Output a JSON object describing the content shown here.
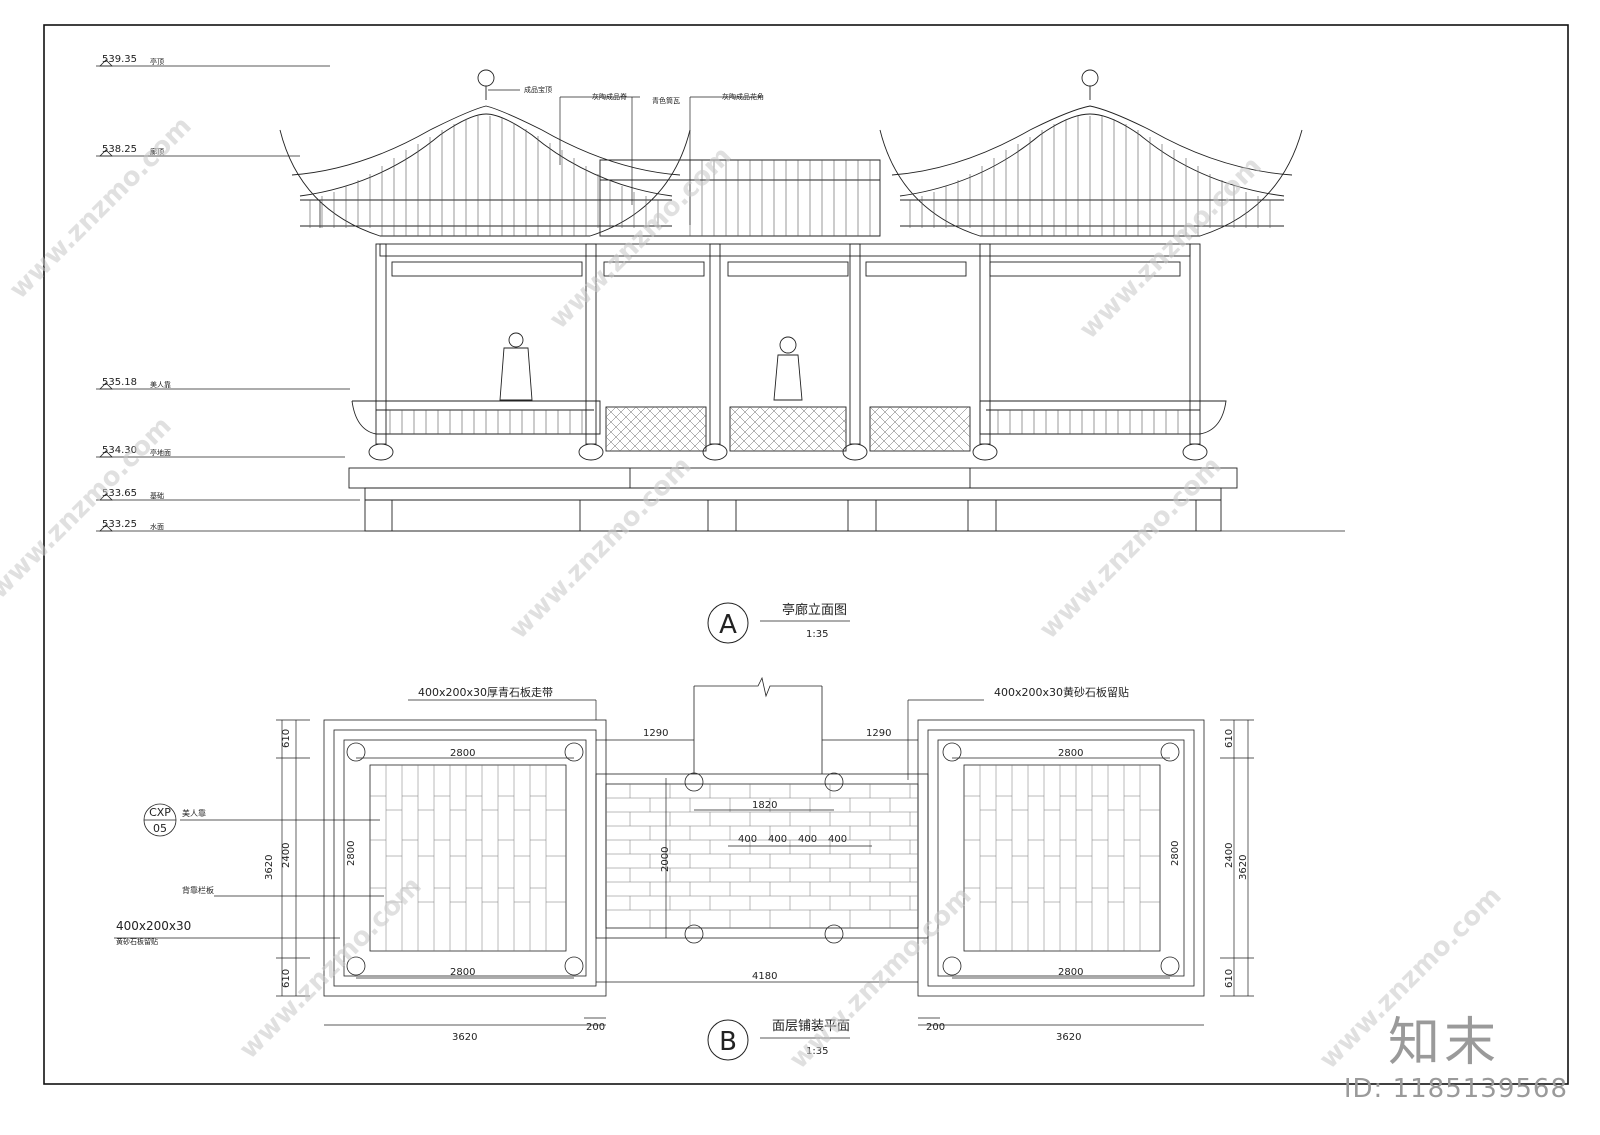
{
  "elevation": {
    "levels": [
      {
        "value": "539.35",
        "label": "亭顶"
      },
      {
        "value": "538.25",
        "label": "廊顶"
      },
      {
        "value": "535.18",
        "label": "美人靠"
      },
      {
        "value": "534.30",
        "label": "亭地面"
      },
      {
        "value": "533.65",
        "label": "基础"
      },
      {
        "value": "533.25",
        "label": "水面"
      }
    ],
    "callouts": [
      "成品宝顶",
      "灰陶成品脊",
      "青色筒瓦",
      "灰陶成品花角"
    ],
    "title": "亭廊立面图",
    "symbol": "A",
    "scale": "1:35"
  },
  "plan": {
    "title": "面层铺装平面",
    "symbol": "B",
    "scale": "1:35",
    "callout_left_top": "400x200x30厚青石板走带",
    "callout_right_top": "400x200x30黄砂石板留贴",
    "callout_left_bottom_size": "400x200x30",
    "callout_left_bottom_note": "黄砂石板留贴",
    "callout_left_mid": "背靠栏板",
    "callout_left_seat": "美人靠",
    "ref_bubble_top": "CXP",
    "ref_bubble_bottom": "05",
    "dims": {
      "d1290": "1290",
      "d2800": "2800",
      "d1820": "1820",
      "d400": "400",
      "d200": "200",
      "d2000": "2000",
      "d4180": "4180",
      "d3620": "3620",
      "d2400": "2400",
      "d610": "610"
    }
  },
  "watermark": {
    "text": "www.znzmo.com",
    "brand": "知末",
    "id": "ID: 1185139568"
  }
}
